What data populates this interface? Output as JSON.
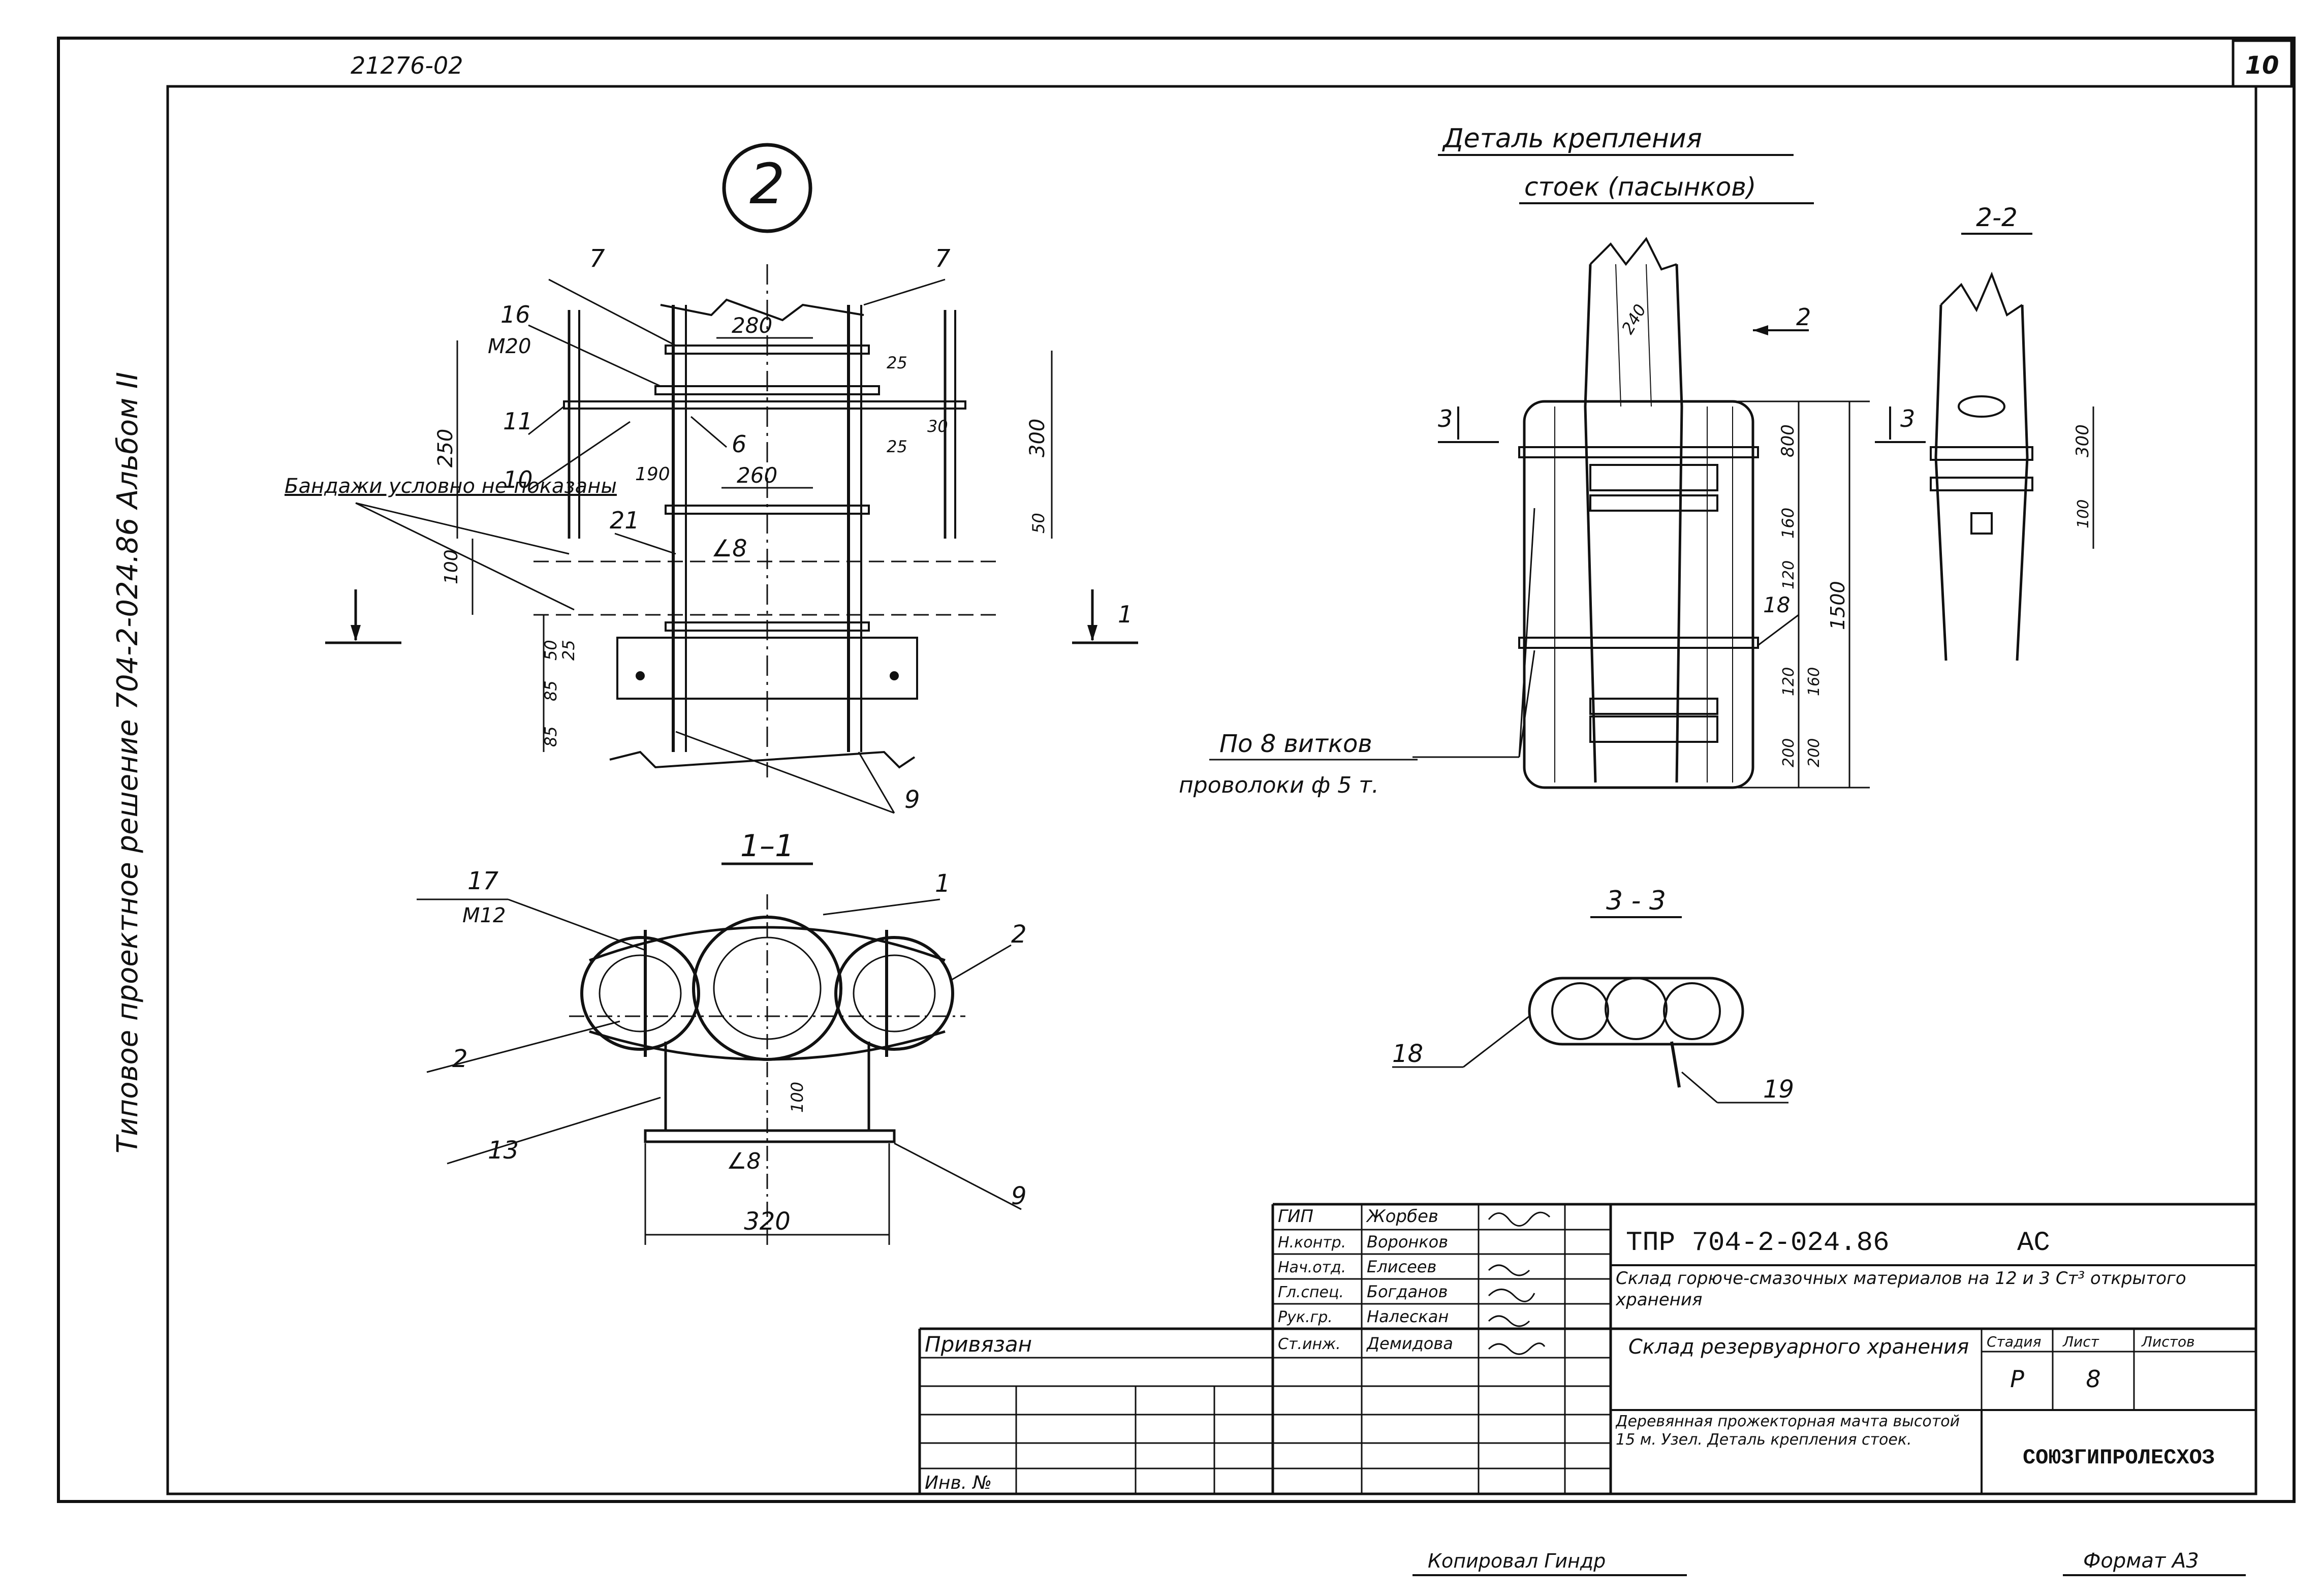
{
  "header": {
    "doc_code": "21276-02",
    "sheet_no": "10",
    "side_title": "Типовое проектное решение 704-2-024.86  Альбом II",
    "bottom_signature": "Копировал  Гиндр",
    "format": "Формат А3"
  },
  "detail_2": {
    "marker": "2",
    "callouts": [
      "7",
      "7",
      "16",
      "М20",
      "11",
      "10",
      "21",
      "6",
      "9"
    ],
    "dims": [
      "280",
      "260",
      "250",
      "300",
      "190",
      "100",
      "50",
      "25",
      "25",
      "30",
      "85",
      "85",
      "50",
      "25"
    ],
    "angle": "∠8",
    "note": "Бандажи условно не показаны",
    "section_mark": "1"
  },
  "section_1_1": {
    "title": "1–1",
    "callouts": [
      "17",
      "М12",
      "1",
      "2",
      "2",
      "13",
      "9"
    ],
    "dims": [
      "320",
      "100"
    ],
    "angle": "∠8"
  },
  "detail_fastening": {
    "title_line1": "Деталь крепления",
    "title_line2": "стоек (пасынков)",
    "callouts": [
      "2",
      "3",
      "3",
      "18"
    ],
    "dims": [
      "800",
      "160",
      "120",
      "1500",
      "120",
      "160",
      "200",
      "200",
      "240"
    ],
    "note_line1": "По 8 витков",
    "note_line2": "проволоки ф 5 т."
  },
  "section_2_2": {
    "title": "2-2",
    "dims": [
      "300",
      "100"
    ]
  },
  "section_3_3": {
    "title": "3 - 3",
    "callouts": [
      "18",
      "19"
    ]
  },
  "stamp": {
    "code": "ТПР 704-2-024.86",
    "mark": "АС",
    "object": "Склад горюче-смазочных материалов на 12 и 3 Ст³ открытого хранения",
    "sheet_title": "Склад резервуарного хранения",
    "drawing_name": "Деревянная прожекторная мачта высотой 15 м. Узел. Деталь крепления стоек.",
    "org": "СОЮЗГИПРОЛЕСХОЗ",
    "attached": "Привязан",
    "inv_label": "Инв. №",
    "stage_hdr": "Стадия",
    "sheet_hdr": "Лист",
    "sheets_hdr": "Листов",
    "stage": "Р",
    "sheet": "8",
    "roles": [
      {
        "role": "ГИП",
        "name": "Жорбев"
      },
      {
        "role": "Н.контр.",
        "name": "Воронков"
      },
      {
        "role": "Нач.отд.",
        "name": "Елисеев"
      },
      {
        "role": "Гл.спец.",
        "name": "Богданов"
      },
      {
        "role": "Рук.гр.",
        "name": "Налескан"
      },
      {
        "role": "Ст.инж.",
        "name": "Демидова"
      }
    ]
  }
}
